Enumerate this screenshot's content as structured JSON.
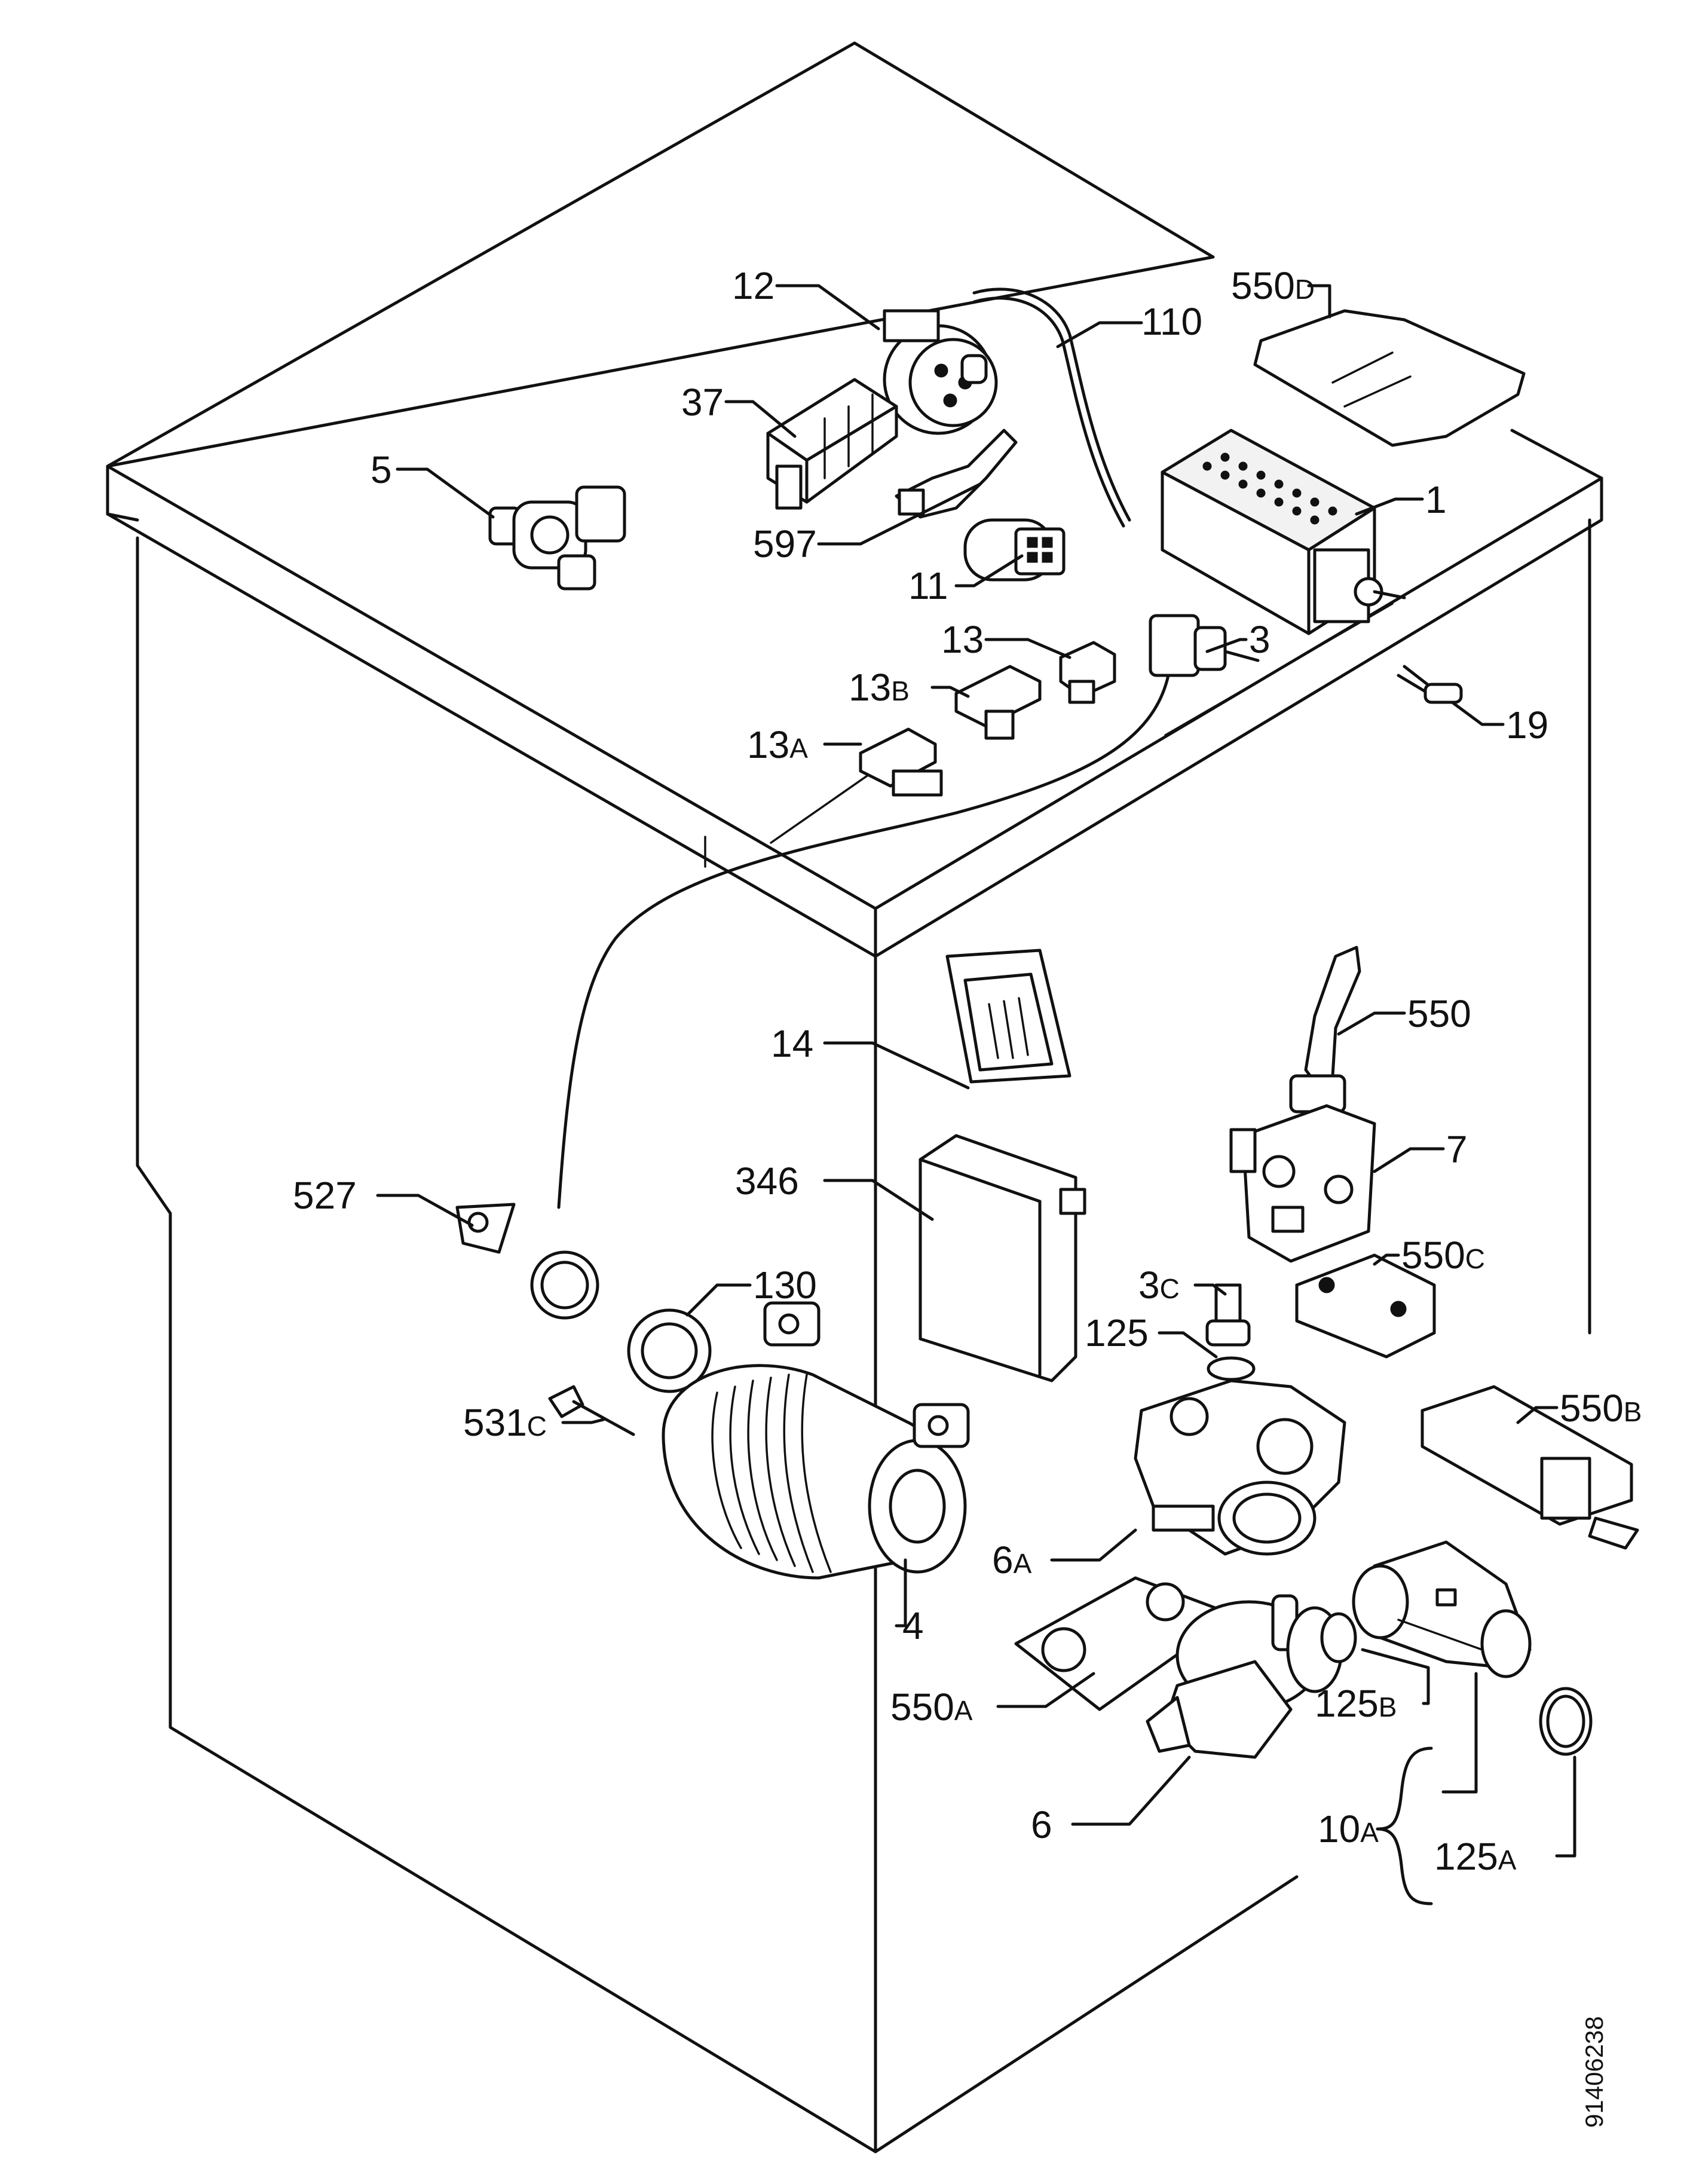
{
  "document_number": "91406238",
  "callouts": [
    {
      "id": "12",
      "text": "12"
    },
    {
      "id": "110",
      "text": "110"
    },
    {
      "id": "550D",
      "main": "550",
      "sub": "D"
    },
    {
      "id": "37",
      "text": "37"
    },
    {
      "id": "5",
      "text": "5"
    },
    {
      "id": "1",
      "text": "1"
    },
    {
      "id": "597",
      "text": "597"
    },
    {
      "id": "11",
      "text": "11"
    },
    {
      "id": "13",
      "text": "13"
    },
    {
      "id": "3",
      "text": "3"
    },
    {
      "id": "13B",
      "main": "13",
      "sub": "B"
    },
    {
      "id": "13A",
      "main": "13",
      "sub": "A"
    },
    {
      "id": "19",
      "text": "19"
    },
    {
      "id": "550",
      "text": "550"
    },
    {
      "id": "14",
      "text": "14"
    },
    {
      "id": "346",
      "text": "346"
    },
    {
      "id": "7",
      "text": "7"
    },
    {
      "id": "527",
      "text": "527"
    },
    {
      "id": "550C",
      "main": "550",
      "sub": "C"
    },
    {
      "id": "3C",
      "main": "3",
      "sub": "C"
    },
    {
      "id": "130",
      "text": "130"
    },
    {
      "id": "125",
      "text": "125"
    },
    {
      "id": "531C",
      "main": "531",
      "sub": "C"
    },
    {
      "id": "550B",
      "main": "550",
      "sub": "B"
    },
    {
      "id": "6A",
      "main": "6",
      "sub": "A"
    },
    {
      "id": "4",
      "text": "4"
    },
    {
      "id": "550A",
      "main": "550",
      "sub": "A"
    },
    {
      "id": "125B",
      "main": "125",
      "sub": "B"
    },
    {
      "id": "10A",
      "main": "10",
      "sub": "A"
    },
    {
      "id": "6",
      "text": "6"
    },
    {
      "id": "125A",
      "main": "125",
      "sub": "A"
    }
  ]
}
